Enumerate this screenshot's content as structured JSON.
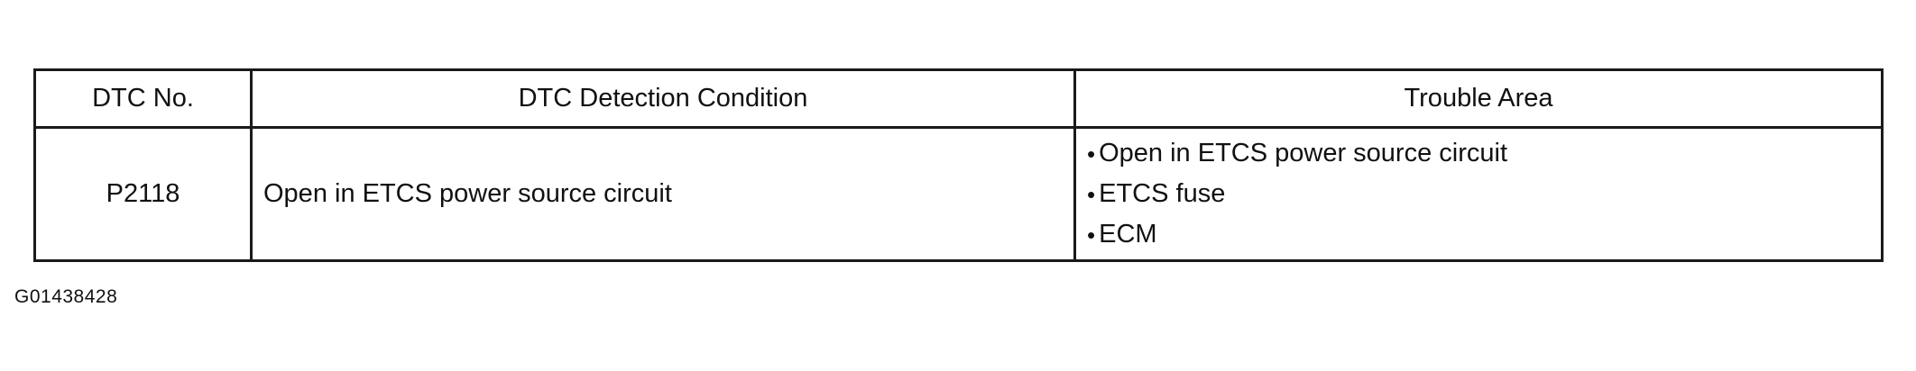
{
  "table": {
    "headers": {
      "dtc_no": "DTC No.",
      "condition": "DTC Detection Condition",
      "trouble_area": "Trouble Area"
    },
    "rows": [
      {
        "dtc_no": "P2118",
        "condition": "Open in ETCS power source circuit",
        "trouble_areas": [
          "Open in ETCS power source circuit",
          "ETCS fuse",
          "ECM"
        ]
      }
    ]
  },
  "footer": {
    "code": "G01438428"
  }
}
